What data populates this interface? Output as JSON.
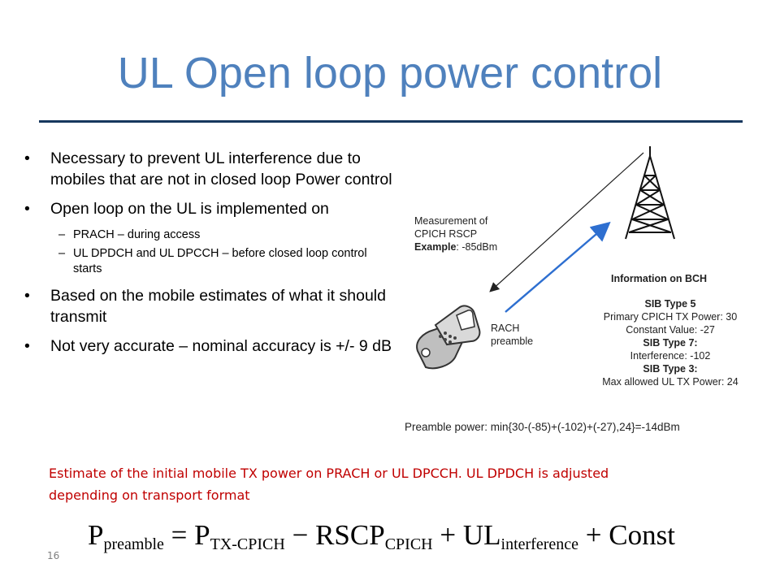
{
  "slide": {
    "title": "UL Open loop power control",
    "number": "16"
  },
  "bullets": [
    {
      "marker": "•",
      "text": "Necessary to prevent UL interference due to mobiles that are not in closed loop Power control"
    },
    {
      "marker": "•",
      "text": "Open loop on the UL is implemented on"
    },
    {
      "marker": "•",
      "text": "Based on the mobile estimates of what it should transmit"
    },
    {
      "marker": "•",
      "text": "Not very accurate – nominal accuracy is +/- 9 dB"
    }
  ],
  "sub_bullets": [
    {
      "marker": "–",
      "text": "PRACH – during access"
    },
    {
      "marker": "–",
      "text": "UL DPDCH and UL DPCCH – before closed loop control starts"
    }
  ],
  "diagram": {
    "measurement_line1": "Measurement of",
    "measurement_line2": "CPICH RSCP",
    "example_label": "Example",
    "example_value": ": -85dBm",
    "rach_line1": "RACH",
    "rach_line2": "preamble",
    "info_title": "Information on BCH",
    "sib5_title": "SIB Type 5",
    "sib5_line1": "Primary CPICH TX Power: 30",
    "sib5_line2": "Constant Value: -27",
    "sib7_title": "SIB Type 7:",
    "sib7_line1": "Interference: -102",
    "sib3_title": "SIB Type 3:",
    "sib3_line1": "Max allowed UL TX Power: 24",
    "preamble_power": "Preamble power: min{30-(-85)+(-102)+(-27),24}=-14dBm"
  },
  "estimate_text": "Estimate of the initial mobile TX power on PRACH or UL DPCCH.  UL DPDCH is adjusted depending on transport format",
  "formula": {
    "p1": "P",
    "s1": "preamble",
    "eq": " = ",
    "p2": "P",
    "s2": "TX-CPICH",
    "op1": " − ",
    "p3": "RSCP",
    "s3": "CPICH",
    "op2": " + ",
    "p4": "UL",
    "s4": "interference",
    "op3": " + ",
    "p5": "Const"
  },
  "colors": {
    "title": "#4f81bd",
    "rule": "#17375e",
    "estimate": "#c00000",
    "uplink_arrow": "#2e6fd0"
  },
  "icons": [
    "tower-icon",
    "mobile-phone-icon"
  ]
}
